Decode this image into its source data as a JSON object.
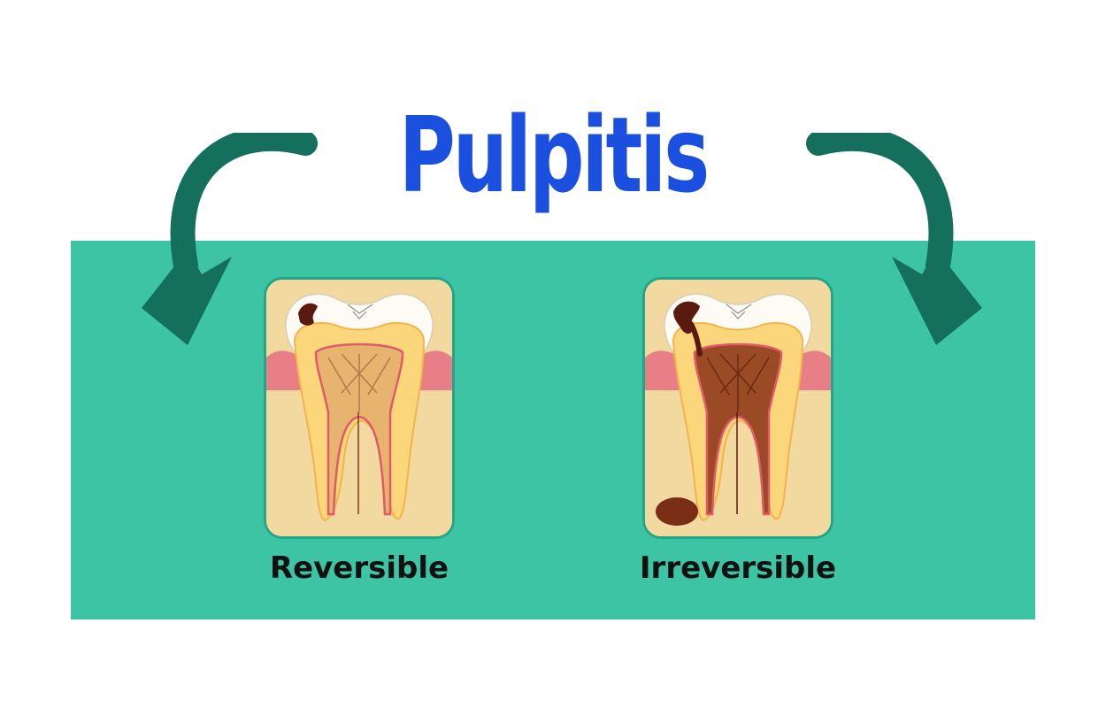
{
  "title": {
    "text": "Pulpitis",
    "color": "#1b4fe0"
  },
  "colors": {
    "panel": "#3cc4a4",
    "arrow": "#14705c",
    "gum": "#e87f86",
    "bone": "#f1d9a0",
    "dentin": "#fbd67a",
    "enamel": "#fdfbf4",
    "pulp": "#d98a6c",
    "decay": "#5a1a10"
  },
  "stages": [
    {
      "label": "Reversible",
      "icon": "tooth-reversible-pulpitis-icon"
    },
    {
      "label": "Irreversible",
      "icon": "tooth-irreversible-pulpitis-icon"
    }
  ]
}
